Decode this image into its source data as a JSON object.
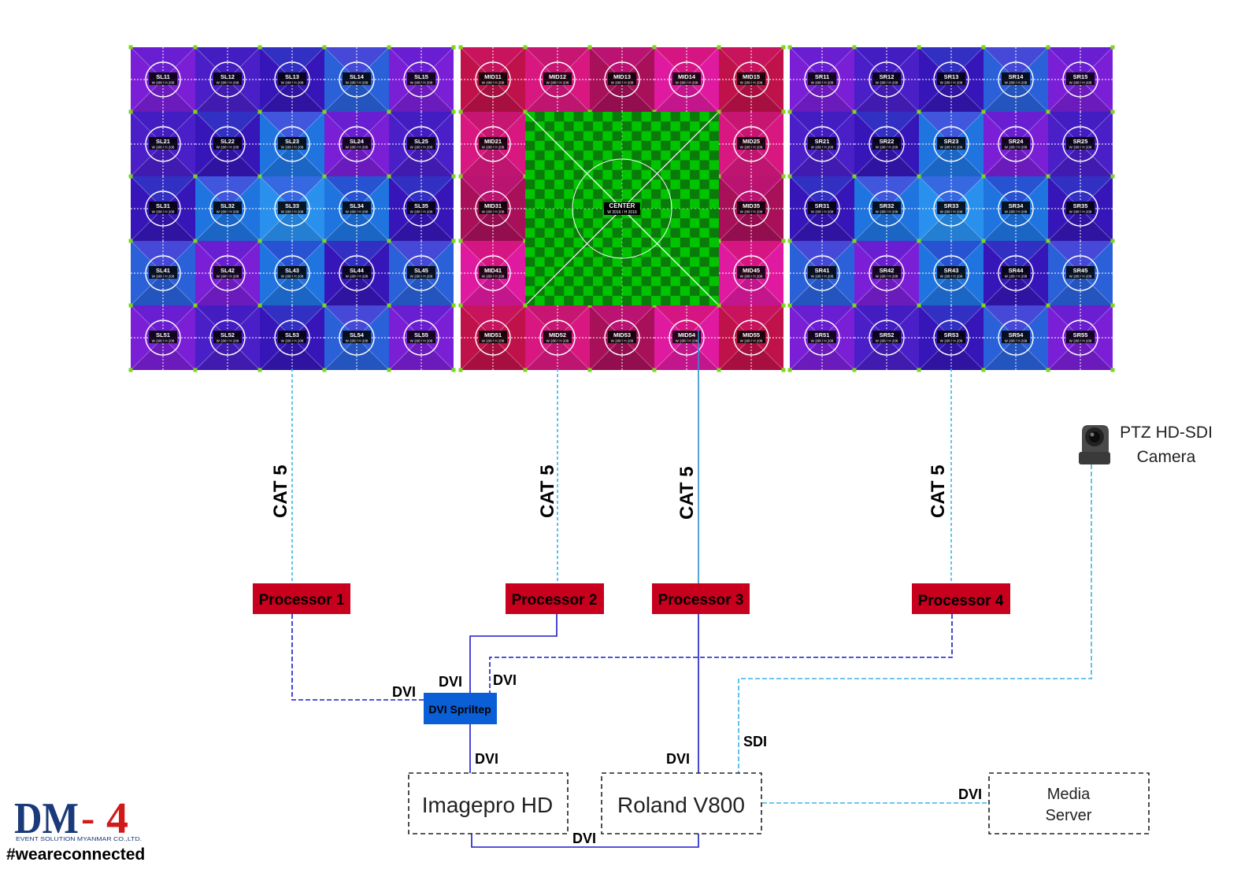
{
  "walls": [
    {
      "id": "stage-left",
      "rows": [
        [
          "SL11",
          "SL12",
          "SL13",
          "SL14",
          "SL15"
        ],
        [
          "SL21",
          "SL22",
          "SL23",
          "SL24",
          "SL25"
        ],
        [
          "SL31",
          "SL32",
          "SL33",
          "SL34",
          "SL35"
        ],
        [
          "SL41",
          "SL42",
          "SL43",
          "SL44",
          "SL45"
        ],
        [
          "SL51",
          "SL52",
          "SL53",
          "SL54",
          "SL55"
        ]
      ],
      "cabinet_sub": "W 208 / H 208",
      "palette": [
        "#7a1fd6",
        "#4b1fc8",
        "#3616b8",
        "#2a60d8"
      ]
    },
    {
      "id": "middle",
      "rows": [
        [
          "MID11",
          "MID12",
          "MID13",
          "MID14",
          "MID15"
        ],
        [
          "MID21",
          "",
          "",
          "",
          "MID25"
        ],
        [
          "MID31",
          "",
          "",
          "",
          "MID35"
        ],
        [
          "MID41",
          "",
          "",
          "",
          "MID45"
        ],
        [
          "MID51",
          "MID52",
          "MID53",
          "MID54",
          "MID55"
        ]
      ],
      "cabinet_sub": "W 208 / H 208",
      "center_label": "CENTER",
      "center_sub": "W 2016 / H 2016",
      "palette": [
        "#c0124a",
        "#d81880",
        "#a8105a",
        "#e01aa0"
      ],
      "checker_colors": [
        "#00c400",
        "#0a7a0a"
      ]
    },
    {
      "id": "stage-right",
      "rows": [
        [
          "SR11",
          "SR12",
          "SR13",
          "SR14",
          "SR15"
        ],
        [
          "SR21",
          "SR22",
          "SR23",
          "SR24",
          "SR25"
        ],
        [
          "SR31",
          "SR32",
          "SR33",
          "SR34",
          "SR35"
        ],
        [
          "SR41",
          "SR42",
          "SR43",
          "SR44",
          "SR45"
        ],
        [
          "SR51",
          "SR52",
          "SR53",
          "SR54",
          "SR55"
        ]
      ],
      "cabinet_sub": "W 208 / H 208",
      "palette": [
        "#7a1fd6",
        "#4b1fc8",
        "#3616b8",
        "#2a60d8"
      ]
    }
  ],
  "cable_labels": {
    "cat5": "CAT 5",
    "dvi": "DVI",
    "sdi": "SDI"
  },
  "processors": [
    "Processor 1",
    "Processor 2",
    "Processor 3",
    "Processor 4"
  ],
  "splitter": "DVI Spriltер",
  "devices": {
    "imagepro": "Imagepro HD",
    "roland": "Roland V800",
    "media_line1": "Media",
    "media_line2": "Server"
  },
  "camera": {
    "line1": "PTZ HD-SDI",
    "line2": "Camera",
    "icon": "ptz-camera-icon"
  },
  "logo": {
    "brand_left": "DM",
    "brand_dash": "-",
    "brand_right": "4",
    "subtitle": "EVENT SOLUTION MYANMAR CO.,LTD.",
    "hashtag": "#weareconnected"
  },
  "colors": {
    "processor_fill": "#c8001e",
    "splitter_fill": "#0a5fd6",
    "cat5_line": "#3cb4e6",
    "dvi_line": "#1a1acc",
    "sdi_line": "#3cb4e6"
  }
}
